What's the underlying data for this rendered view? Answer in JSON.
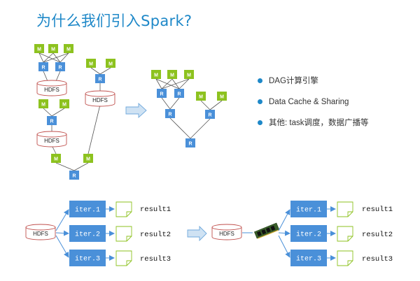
{
  "title": "为什么我们引入Spark?",
  "bullets": [
    {
      "text": "DAG计算引擎"
    },
    {
      "text": "Data Cache & Sharing"
    },
    {
      "text": "其他: task调度，数据广播等"
    }
  ],
  "labels": {
    "m": "M",
    "r": "R",
    "hdfs_top": "HDFS",
    "hdfs_bottom": "HDFS"
  },
  "iterations": {
    "left": [
      {
        "label": "iter.1",
        "result": "result1"
      },
      {
        "label": "iter.2",
        "result": "result2"
      },
      {
        "label": "iter.3",
        "result": "result3"
      }
    ],
    "right": [
      {
        "label": "iter.1",
        "result": "result1"
      },
      {
        "label": "iter.2",
        "result": "result2"
      },
      {
        "label": "iter.3",
        "result": "result3"
      }
    ]
  },
  "colors": {
    "mapper": "#8dc21f",
    "reducer": "#4a90d9",
    "iter_box": "#4a90d9",
    "arrow": "#9cc3e6",
    "title": "#1e88c8"
  }
}
